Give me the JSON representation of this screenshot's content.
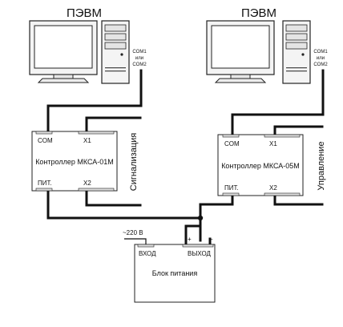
{
  "pcs": [
    {
      "title": "ПЭВМ",
      "com_lines": [
        "COM1",
        "или",
        "COM2"
      ]
    },
    {
      "title": "ПЭВМ",
      "com_lines": [
        "COM1",
        "или",
        "COM2"
      ]
    }
  ],
  "controllers": [
    {
      "name": "Контроллер МКСА-01М",
      "port_com": "COM",
      "port_x1": "X1",
      "port_pit": "ПИТ.",
      "port_x2": "X2",
      "side_label": "Сигнализация"
    },
    {
      "name": "Контроллер МКСА-05М",
      "port_com": "COM",
      "port_x1": "X1",
      "port_pit": "ПИТ.",
      "port_x2": "X2",
      "side_label": "Управление"
    }
  ],
  "power_supply": {
    "name": "Блок питания",
    "input_label": "ВХОД",
    "output_label": "ВЫХОД",
    "mains_label": "~220 В",
    "plus_label": "+",
    "minus_label": "-"
  }
}
